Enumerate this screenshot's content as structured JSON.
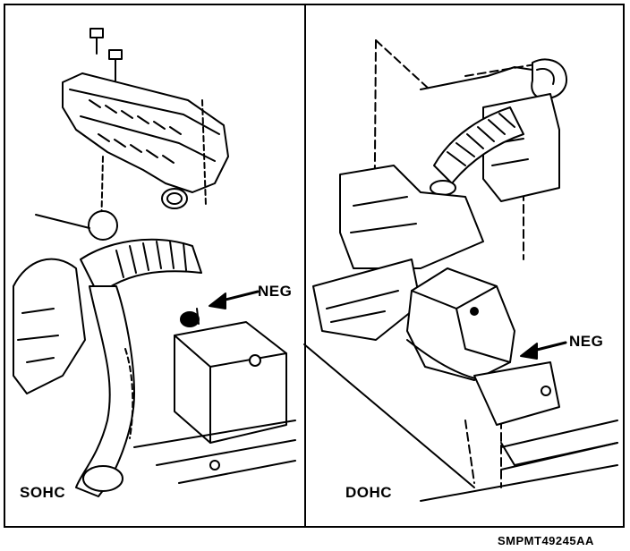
{
  "panels": {
    "left": {
      "engine_label": "SOHC",
      "callout": "NEG"
    },
    "right": {
      "engine_label": "DOHC",
      "callout": "NEG"
    }
  },
  "figure_code": "SMPMT49245AA",
  "colors": {
    "ink": "#000000",
    "paper": "#ffffff"
  }
}
